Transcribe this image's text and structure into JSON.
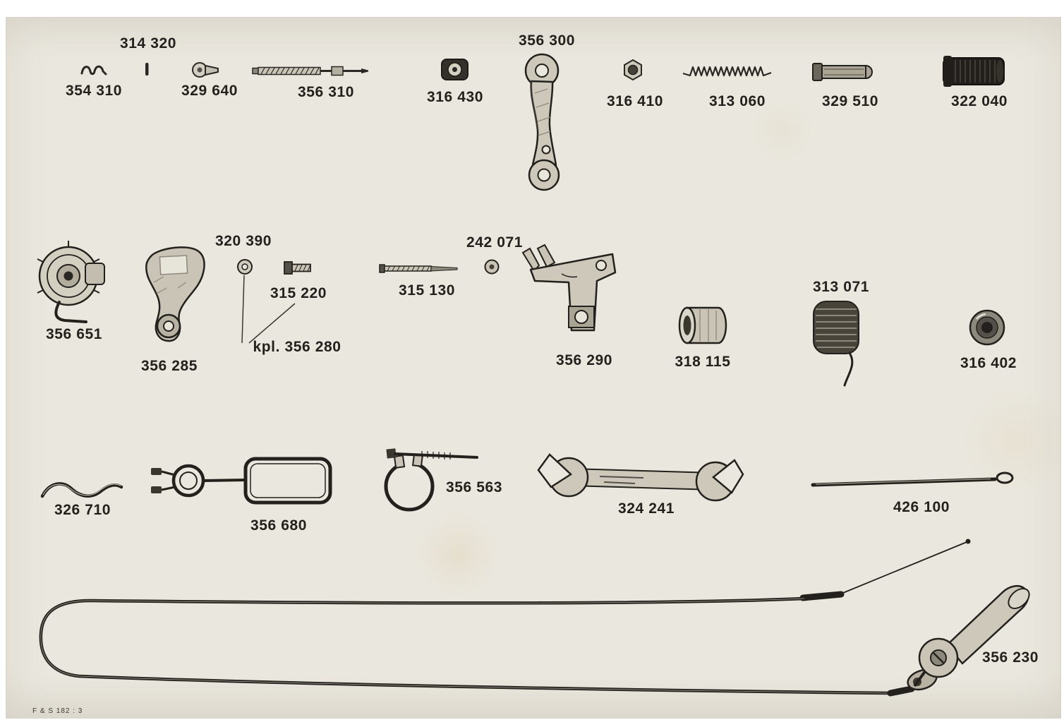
{
  "document": {
    "type": "exploded-parts-catalog-page",
    "paper_color": "#eae7de",
    "ink_color": "#23211d",
    "footer_mark": "F & S  182 : 3"
  },
  "parts": {
    "p314320": {
      "label": "314 320"
    },
    "p354310": {
      "label": "354 310"
    },
    "p329640": {
      "label": "329 640"
    },
    "p356310": {
      "label": "356 310"
    },
    "p316430": {
      "label": "316 430"
    },
    "p356300": {
      "label": "356 300"
    },
    "p316410": {
      "label": "316 410"
    },
    "p313060": {
      "label": "313 060"
    },
    "p329510": {
      "label": "329 510"
    },
    "p322040": {
      "label": "322 040"
    },
    "p320390": {
      "label": "320 390"
    },
    "p242071": {
      "label": "242 071"
    },
    "p315220": {
      "label": "315 220"
    },
    "p315130": {
      "label": "315 130"
    },
    "p313071": {
      "label": "313 071"
    },
    "p356651": {
      "label": "356 651"
    },
    "p356280": {
      "label": "kpl. 356 280"
    },
    "p356285": {
      "label": "356 285"
    },
    "p356290": {
      "label": "356 290"
    },
    "p318115": {
      "label": "318 115"
    },
    "p316402": {
      "label": "316 402"
    },
    "p326710": {
      "label": "326 710"
    },
    "p356680": {
      "label": "356 680"
    },
    "p356563": {
      "label": "356 563"
    },
    "p324241": {
      "label": "324 241"
    },
    "p426100": {
      "label": "426 100"
    },
    "p356230": {
      "label": "356 230"
    }
  }
}
